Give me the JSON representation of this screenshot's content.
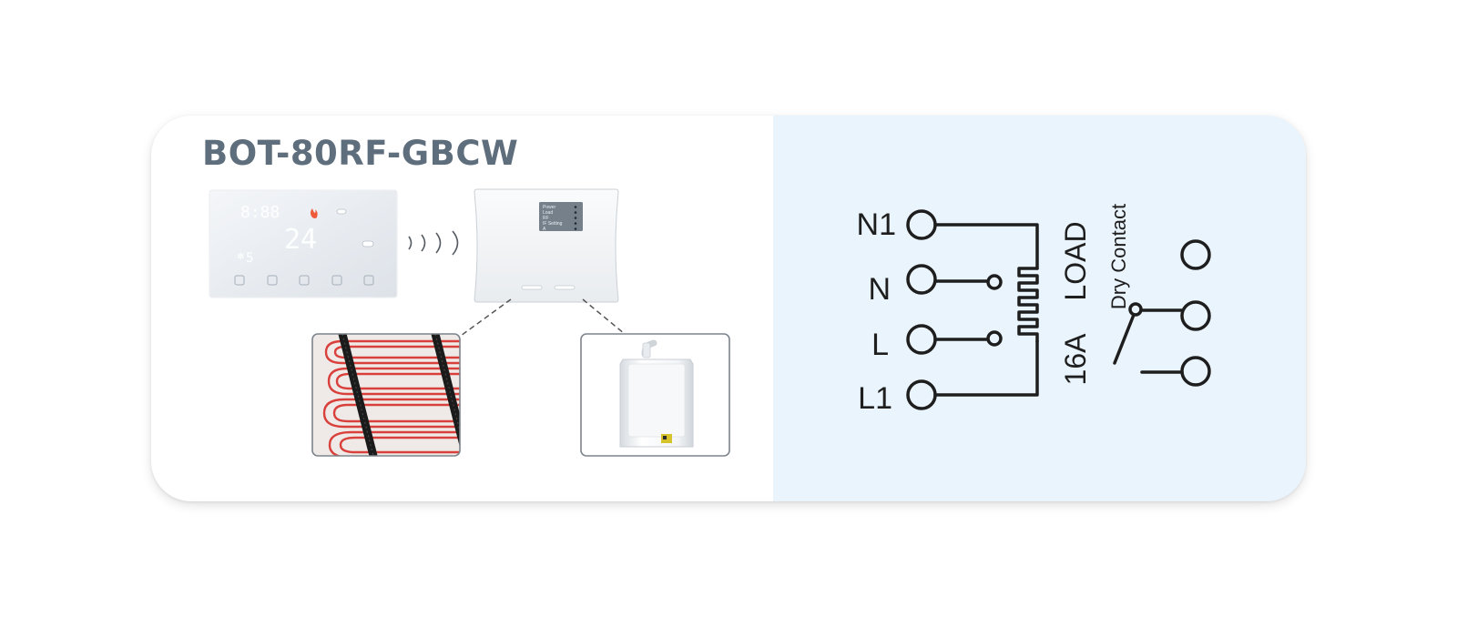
{
  "product": {
    "model": "BOT-80RF-GBCW"
  },
  "thermostat": {
    "display_temp": "24",
    "display_clock": "8:88",
    "display_small": "5",
    "icons": [
      "flame-icon",
      "cloud-icon",
      "toggle-icon",
      "fan-icon"
    ],
    "buttons": [
      "power-button",
      "mode-button",
      "time-button",
      "home-button",
      "settings-button"
    ]
  },
  "wireless": {
    "icon": "rf-signal-icon"
  },
  "receiver": {
    "led_labels": [
      "Power",
      "Load",
      "RF",
      "IF Setting",
      "A"
    ]
  },
  "outputs": {
    "left": "floor-heating-cable",
    "right": "gas-boiler"
  },
  "wiring": {
    "terminals": [
      "N1",
      "N",
      "L",
      "L1"
    ],
    "load_label": "LOAD",
    "current_label": "16A",
    "contact_label": "Dry Contact"
  },
  "colors": {
    "title": "#5f6e7c",
    "panel_bg": "#eaf4fd",
    "line": "#1e1e1e",
    "cable_red": "#d9403b",
    "cable_black": "#1b1b1b"
  }
}
